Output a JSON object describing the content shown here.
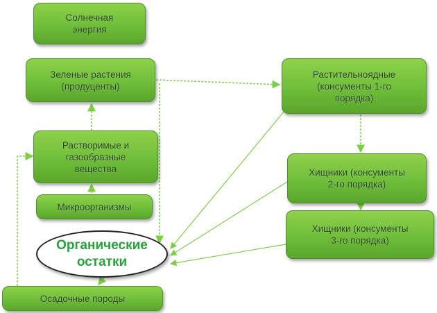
{
  "nodes": {
    "solar": "Солнечная\nэнергия",
    "green": "Зеленые растения\n(продуценты)",
    "soluble": "Растворимые и\nгазообразные\nвещества",
    "micro": "Микроорганизмы",
    "organic": "Органические\nостатки",
    "sediment": "Осадочные породы",
    "herbivores": "Растительноядные\n(консументы 1-го\nпорядка)",
    "predators2": "Хищники (консументы\n2-го порядка)",
    "predators3": "Хищники (консументы\n3-го порядка)"
  },
  "colors": {
    "node_fill": "#6fbe3a",
    "edge": "#7ccf45",
    "organic_text": "#27a13a"
  }
}
